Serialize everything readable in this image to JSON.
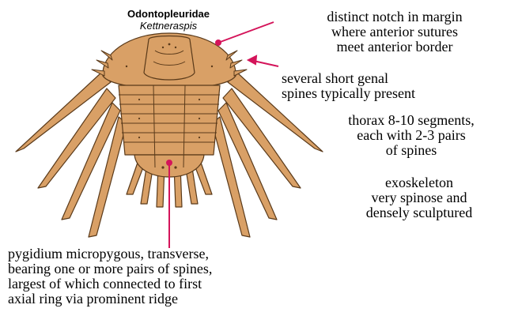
{
  "header": {
    "family": "Odontopleuridae",
    "genus": "Kettneraspis"
  },
  "labels": {
    "notch": [
      "distinct notch in margin",
      "where anterior sutures",
      "meet anterior border"
    ],
    "genal": [
      "several short genal",
      "spines typically present"
    ],
    "thorax": [
      "thorax 8-10 segments,",
      "each with 2-3 pairs",
      "of spines"
    ],
    "exoskeleton": [
      "exoskeleton",
      "very spinose and",
      "densely sculptured"
    ],
    "pygidium": [
      "pygidium micropygous, transverse,",
      "bearing one or more pairs of spines,",
      "largest of which connected to first",
      "axial ring via prominent ridge"
    ]
  },
  "colors": {
    "body_fill": "#d9a066",
    "body_outline": "#5a3a1a",
    "pointer": "#d4145a"
  }
}
